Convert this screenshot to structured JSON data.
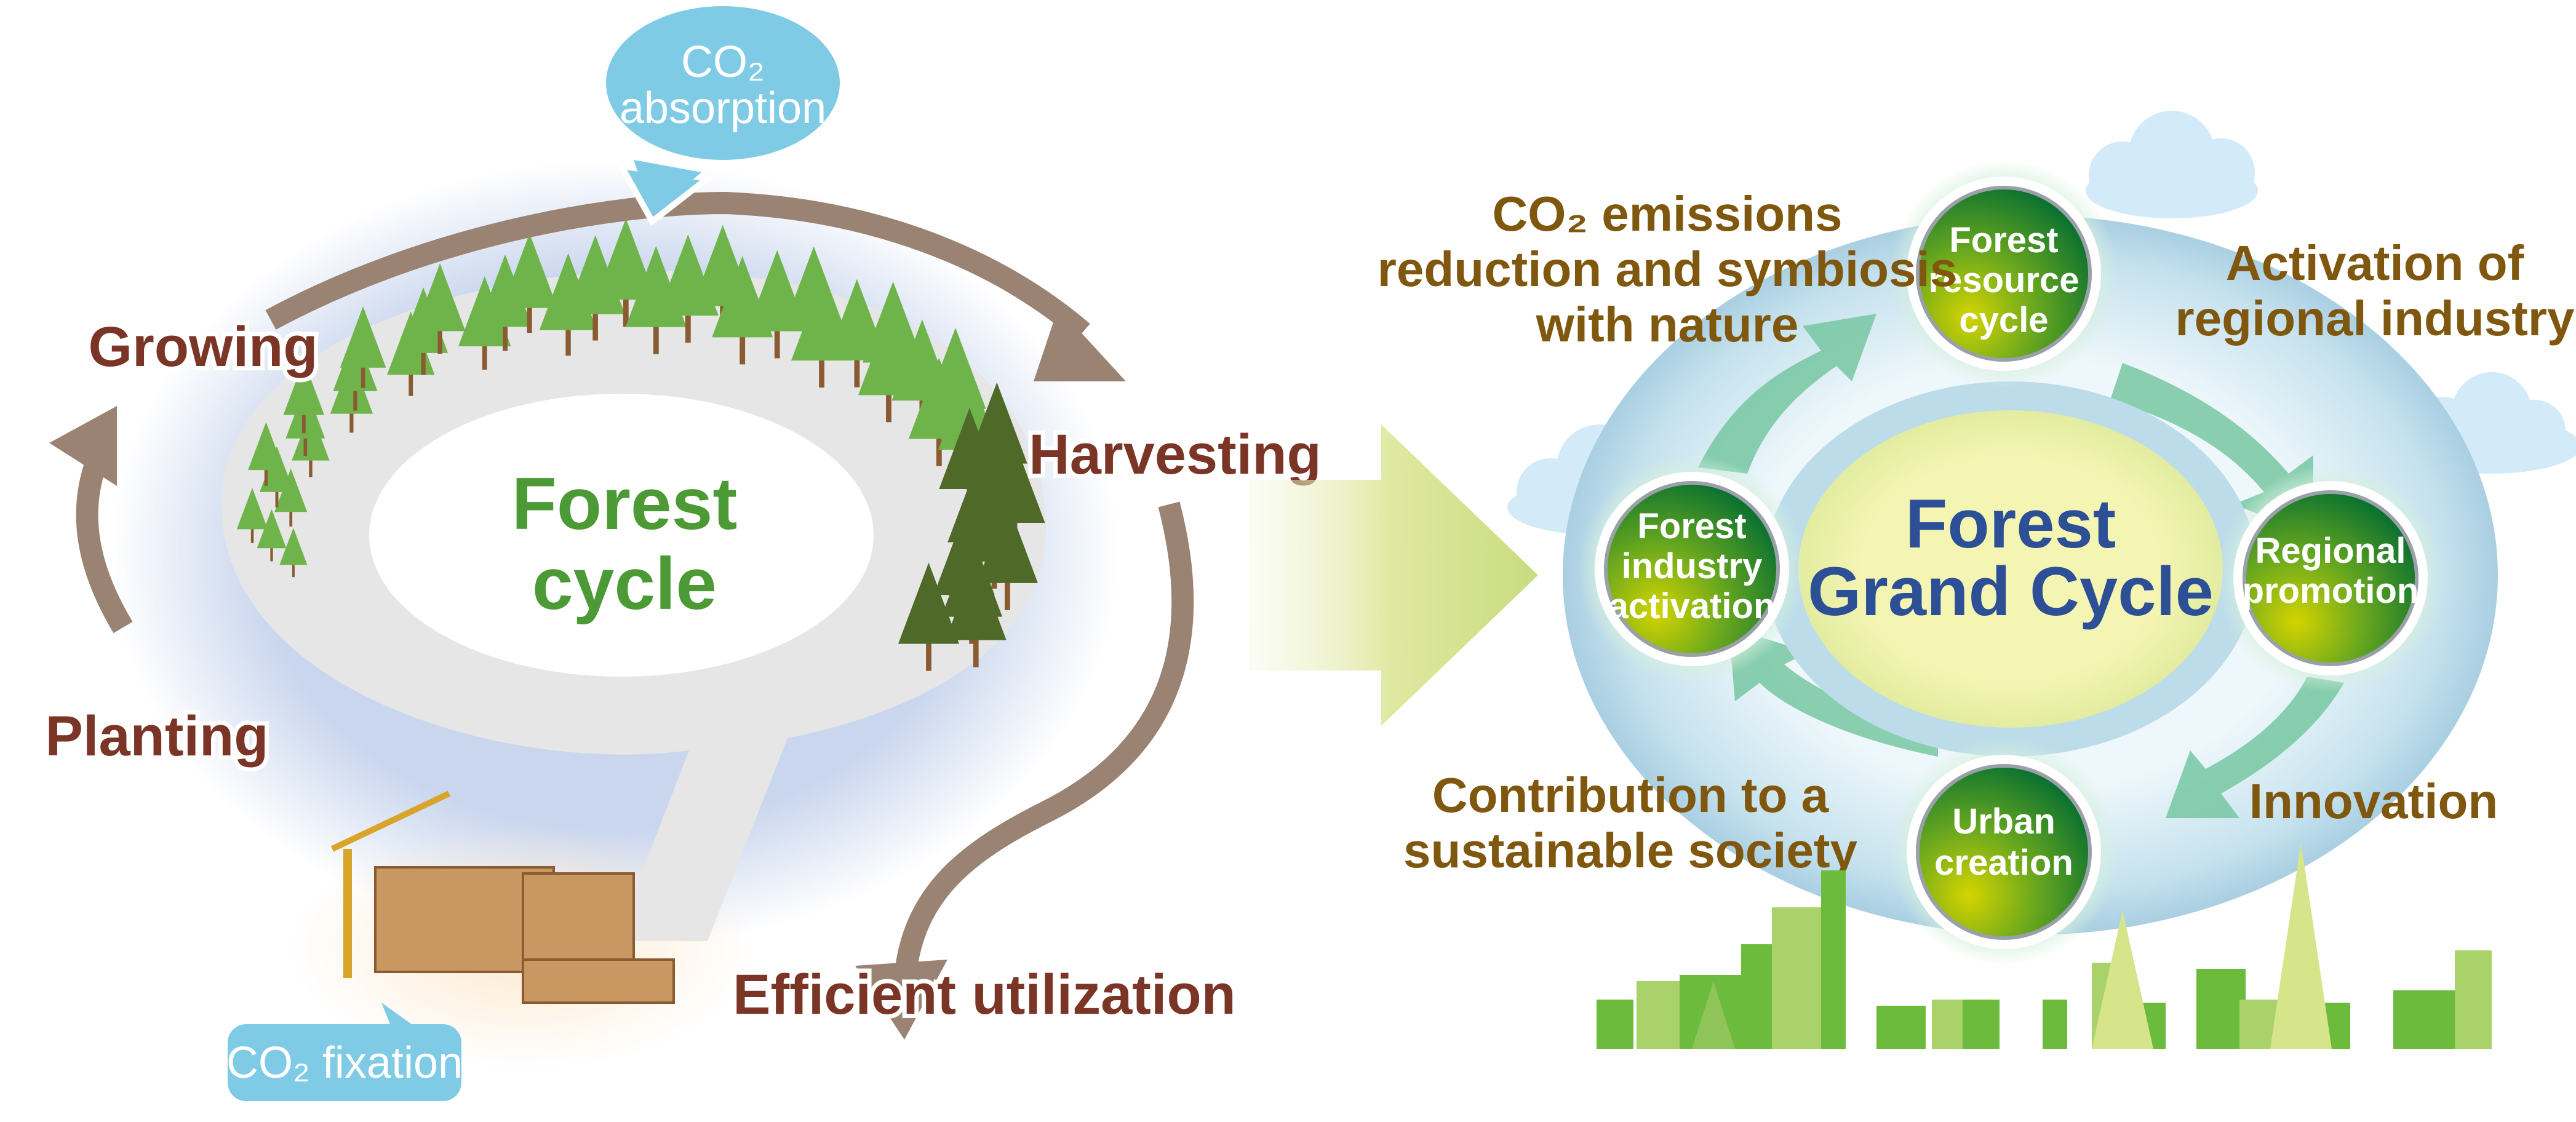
{
  "left_panel": {
    "center_title": [
      "Forest",
      "cycle"
    ],
    "stages": {
      "growing": "Growing",
      "harvesting": "Harvesting",
      "planting": "Planting",
      "efficient_utilization": "Efficient utilization"
    },
    "bubbles": {
      "absorption": [
        "CO₂",
        "absorption"
      ],
      "fixation": "CO₂ fixation"
    }
  },
  "right_panel": {
    "center_title": [
      "Forest",
      "Grand Cycle"
    ],
    "nodes": {
      "top": [
        "Forest",
        "resource",
        "cycle"
      ],
      "right": [
        "Regional",
        "promotion"
      ],
      "bottom": [
        "Urban",
        "creation"
      ],
      "left": [
        "Forest",
        "industry",
        "activation"
      ]
    },
    "outcomes": {
      "top_left": [
        "CO₂ emissions",
        "reduction and symbiosis",
        "with nature"
      ],
      "top_right": [
        "Activation of",
        "regional industry"
      ],
      "bottom_right": [
        "Innovation"
      ],
      "bottom_left": [
        "Contribution to a",
        "sustainable society"
      ]
    }
  },
  "colors": {
    "cycle_arrow": "#9b8374",
    "bubble": "#7fcbe6",
    "stage_text": "#7a3526",
    "outcome_text": "#80570f",
    "forest_green": "#4b9a36",
    "grand_blue": "#2c4f96",
    "skyline_green": "#6cbb3c"
  }
}
